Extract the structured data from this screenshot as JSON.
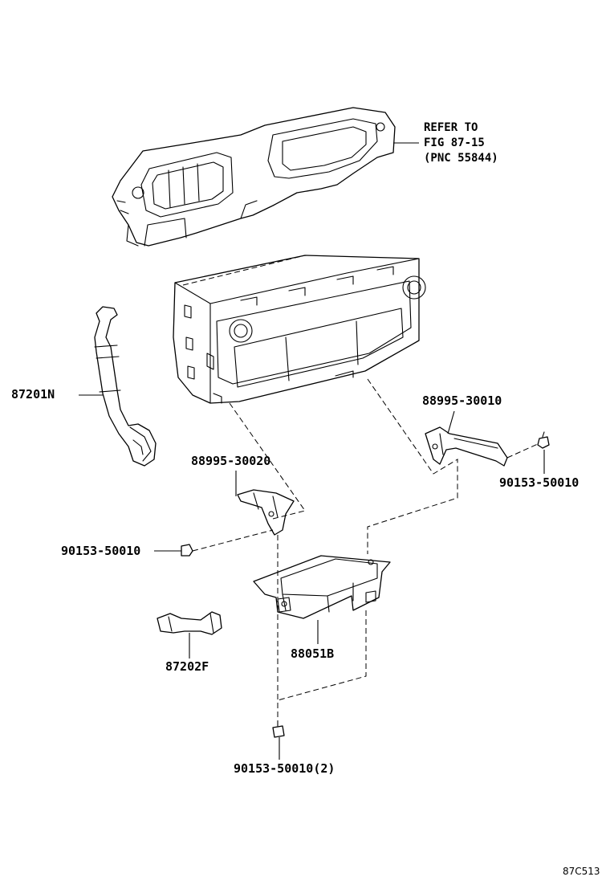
{
  "labels": {
    "refer_line1": "REFER TO",
    "refer_line2": "FIG 87-15",
    "refer_line3": "(PNC 55844)",
    "part_87201n": "87201N",
    "part_88995_30010": "88995-30010",
    "part_88995_30020": "88995-30020",
    "part_90153_50010_right": "90153-50010",
    "part_90153_50010_left": "90153-50010",
    "part_88051b": "88051B",
    "part_87202f": "87202F",
    "part_90153_50010_bottom": "90153-50010(2)",
    "figure_code": "87C513"
  },
  "colors": {
    "line": "#000000",
    "background": "#ffffff"
  }
}
